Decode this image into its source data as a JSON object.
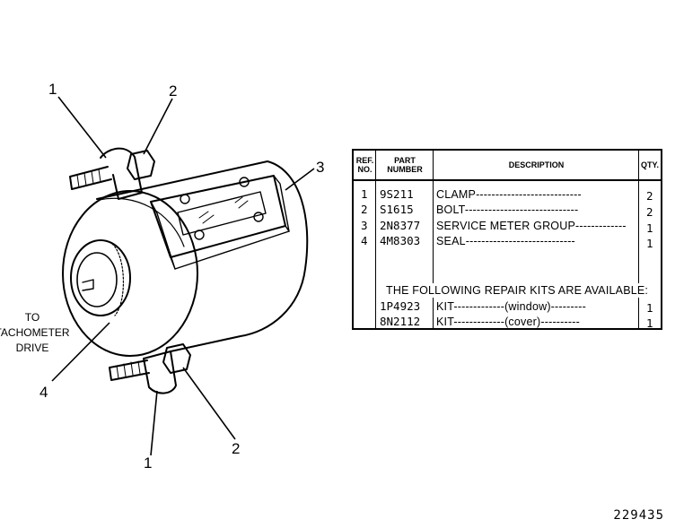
{
  "callouts": {
    "clamp_top": "1",
    "bolt_top": "2",
    "meter_group": "3",
    "seal": "4",
    "clamp_bottom": "1",
    "bolt_bottom": "2"
  },
  "drive_note": {
    "line1": "TO",
    "line2": "TACHOMETER",
    "line3": "DRIVE"
  },
  "table": {
    "headers": {
      "ref_line1": "REF.",
      "ref_line2": "NO.",
      "part_line1": "PART",
      "part_line2": "NUMBER",
      "description": "DESCRIPTION",
      "qty": "QTY."
    },
    "rows": [
      {
        "ref": "1",
        "part": "9S211",
        "description": "CLAMP---------------------------",
        "qty": "2"
      },
      {
        "ref": "2",
        "part": "S1615",
        "description": "BOLT-----------------------------",
        "qty": "2"
      },
      {
        "ref": "3",
        "part": "2N8377",
        "description": "SERVICE METER GROUP-------------",
        "qty": "1"
      },
      {
        "ref": "4",
        "part": "4M8303",
        "description": "SEAL----------------------------",
        "qty": "1"
      }
    ],
    "kits_heading": "THE FOLLOWING REPAIR KITS ARE AVAILABLE:",
    "kits": [
      {
        "part": "1P4923",
        "description": "KIT-------------(window)---------",
        "qty": "1"
      },
      {
        "part": "8N2112",
        "description": "KIT-------------(cover)----------",
        "qty": "1"
      }
    ]
  },
  "figure_number": "229435"
}
